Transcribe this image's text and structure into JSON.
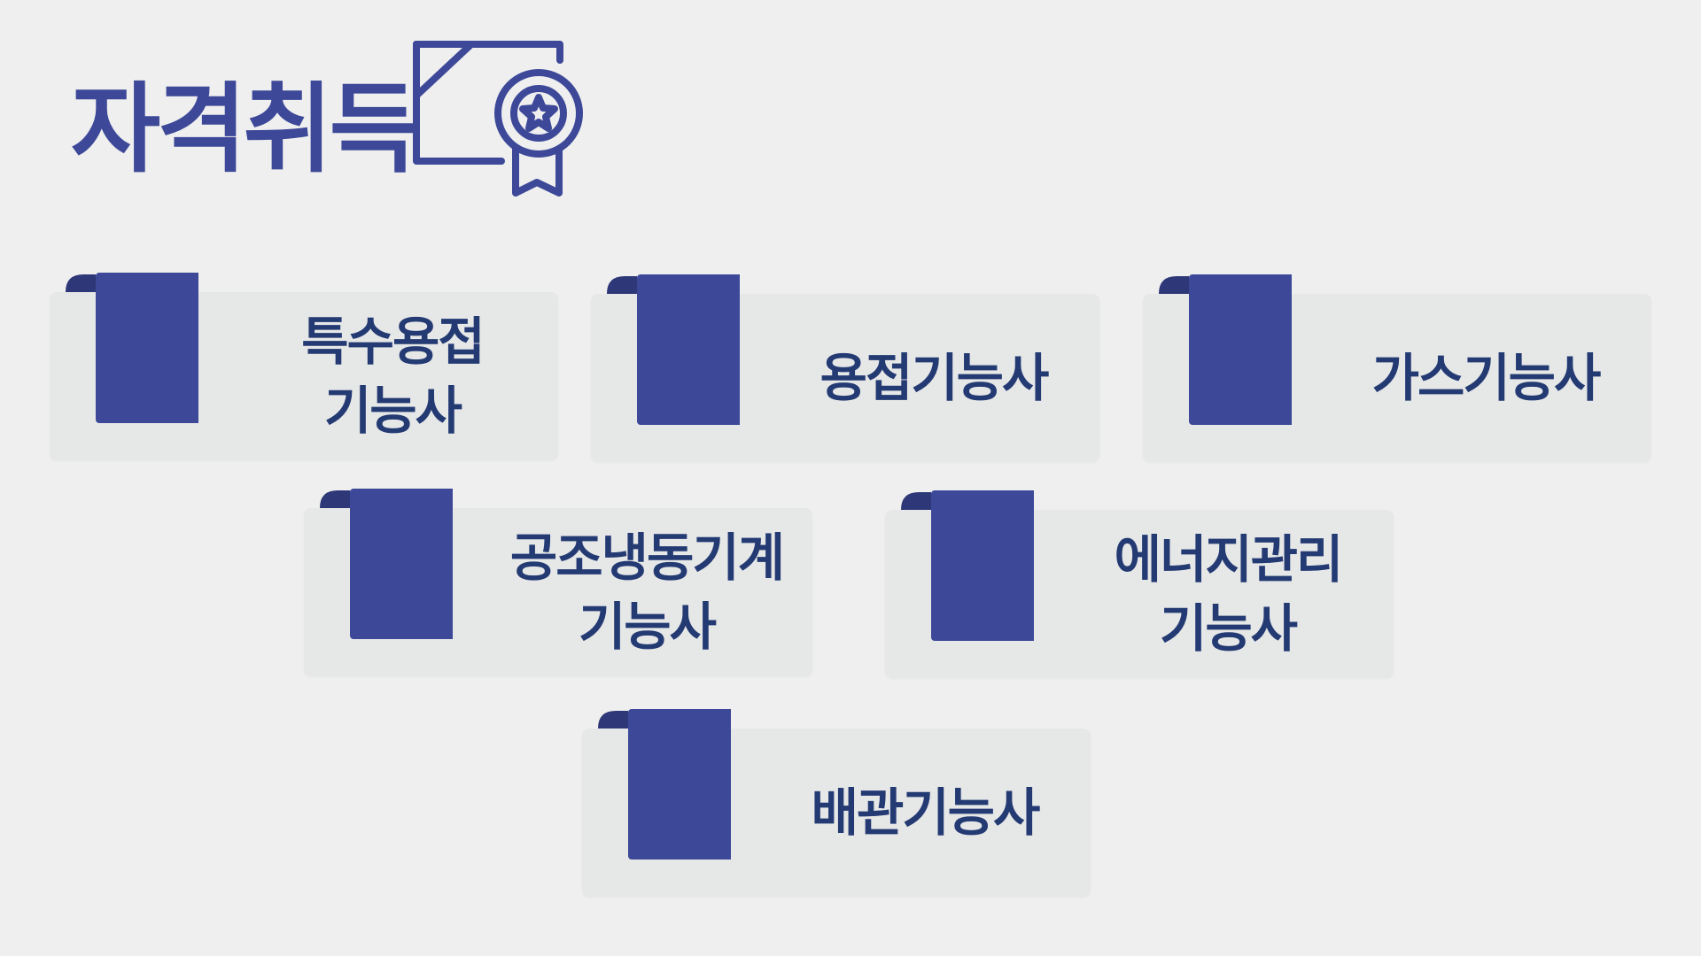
{
  "header": {
    "title": "자격취득",
    "icon": "certificate-award-icon"
  },
  "colors": {
    "background": "#efefef",
    "card": "#e6e7e7",
    "accent": "#3d4998",
    "accent_dark": "#2e3878",
    "text": "#233a73"
  },
  "certifications": [
    {
      "label": "특수용접\n기능사"
    },
    {
      "label": "용접기능사"
    },
    {
      "label": "가스기능사"
    },
    {
      "label": "공조냉동기계\n기능사"
    },
    {
      "label": "에너지관리\n기능사"
    },
    {
      "label": "배관기능사"
    }
  ]
}
